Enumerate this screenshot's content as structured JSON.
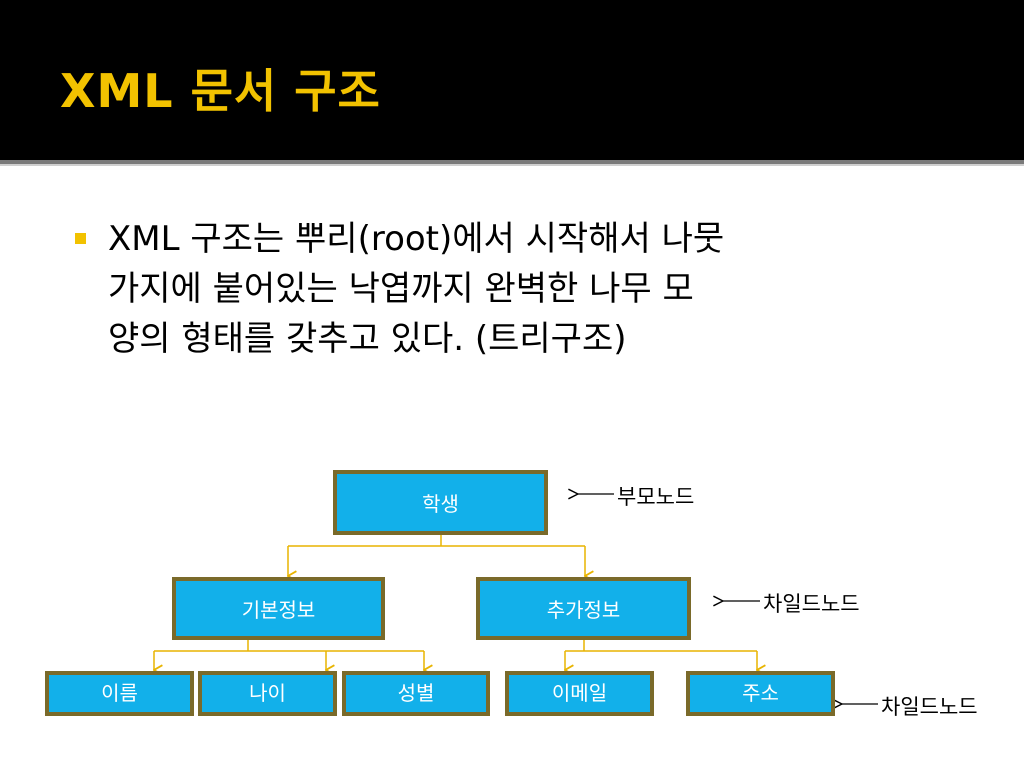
{
  "slide": {
    "title": "XML 문서 구조",
    "body_lines": [
      "XML 구조는 뿌리(root)에서 시작해서 나뭇",
      "가지에 붙어있는 낙엽까지 완벽한 나무 모",
      "양의 형태를 갖추고 있다. (트리구조)"
    ],
    "colors": {
      "header_bg": "#000000",
      "title": "#f2c200",
      "bullet": "#f2c200",
      "node_fill": "#12b0ea",
      "node_border": "#7a6a2a",
      "connector": "#e8b400"
    }
  },
  "tree": {
    "root": "학생",
    "children": [
      "기본정보",
      "추가정보"
    ],
    "leaves_basic": [
      "이름",
      "나이",
      "성별"
    ],
    "leaves_extra": [
      "이메일",
      "주소"
    ],
    "annotations": {
      "parent": "부모노드",
      "child_level1": "차일드노드",
      "child_level2": "차일드노드"
    }
  }
}
